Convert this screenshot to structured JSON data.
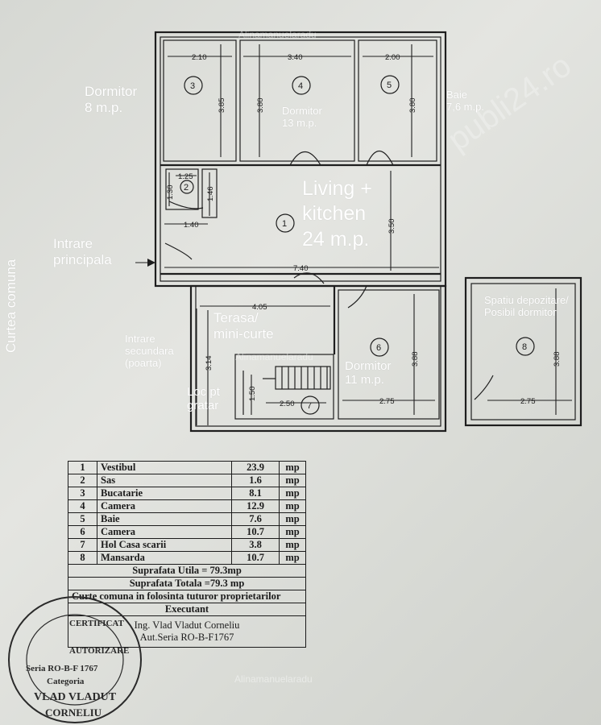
{
  "labels": {
    "dormitor3": [
      "Dormitor",
      "8 m.p."
    ],
    "dormitor4": [
      "Dormitor",
      "13 m.p."
    ],
    "baie": [
      "Baie",
      "7,6 m.p."
    ],
    "living": [
      "Living +",
      "kitchen",
      "24 m.p."
    ],
    "intrare_principala": [
      "Intrare",
      "principala"
    ],
    "curtea": "Curtea comuna",
    "terasa": [
      "Terasa/",
      "mini-curte"
    ],
    "intrare_secundara": [
      "Intrare",
      "secundara",
      "(poarta)"
    ],
    "loc_gratar": [
      "Loc pt",
      "gratar"
    ],
    "dormitor6": [
      "Dormitor",
      "11 m.p."
    ],
    "spatiu": [
      "Spatiu depozitare/",
      "Posibil dormitor"
    ]
  },
  "room_numbers": [
    "1",
    "2",
    "3",
    "4",
    "5",
    "6",
    "7",
    "8"
  ],
  "dimensions": {
    "r3_w": "2.10",
    "r3_h": "3.85",
    "r4_w": "3.40",
    "r4_h": "3.80",
    "r5_w": "2.00",
    "r5_h": "3.80",
    "r2_w": "1.25",
    "r2_h": "1.30",
    "hall_h": "1.46",
    "hall_w": "1.40",
    "r1_h": "3.50",
    "r1_w": "7.40",
    "terasa_w": "4.05",
    "terasa_h": "3.14",
    "r7_h": "1.50",
    "r7_w": "2.50",
    "r6_h": "3.88",
    "r6_w": "2.75",
    "r8_h": "3.88",
    "r8_w": "2.75"
  },
  "table": {
    "rows": [
      {
        "idx": "1",
        "name": "Vestibul",
        "value": "23.9",
        "unit": "mp"
      },
      {
        "idx": "2",
        "name": "Sas",
        "value": "1.6",
        "unit": "mp"
      },
      {
        "idx": "3",
        "name": "Bucatarie",
        "value": "8.1",
        "unit": "mp"
      },
      {
        "idx": "4",
        "name": "Camera",
        "value": "12.9",
        "unit": "mp"
      },
      {
        "idx": "5",
        "name": "Baie",
        "value": "7.6",
        "unit": "mp"
      },
      {
        "idx": "6",
        "name": "Camera",
        "value": "10.7",
        "unit": "mp"
      },
      {
        "idx": "7",
        "name": "Hol Casa scarii",
        "value": "3.8",
        "unit": "mp"
      },
      {
        "idx": "8",
        "name": "Mansarda",
        "value": "10.7",
        "unit": "mp"
      }
    ],
    "suprafata_utila": "Suprafata  Utila = 79.3mp",
    "suprafata_totala": "Suprafata Totala =79.3 mp",
    "curte": "Curte comuna in folosinta tuturor proprietarilor",
    "executant": "Executant",
    "ing": "Ing. Vlad Vladut Corneliu",
    "seria": "Aut.Seria RO-B-F1767"
  },
  "stamp": {
    "lines": [
      "CERTIFICAT",
      "AUTORIZARE",
      "Seria RO-B-F 1767",
      "Categoria",
      "VLAD VLADUT",
      "CORNELIU"
    ]
  },
  "watermarks": [
    "Alinamanuelaradu",
    "Alinamanuelaradu",
    "Alinamanuelaradu"
  ],
  "watermark_site": "publi24.ro"
}
